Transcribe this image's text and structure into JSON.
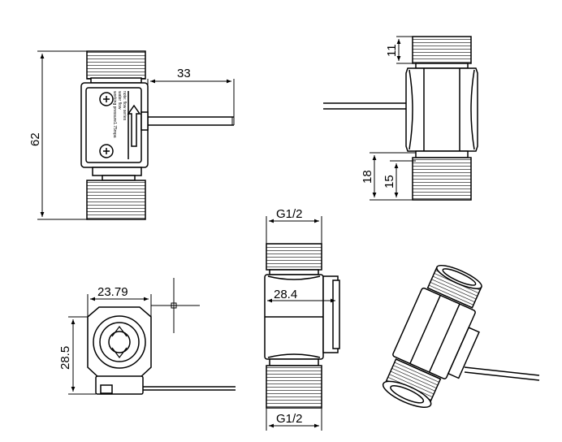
{
  "diagram": {
    "top_left_view": {
      "height_dimension": "62",
      "wire_offset_dimension": "33",
      "housing_text_lines": [
        "working pressure1.75mpa",
        "water flow",
        "note: flow series"
      ]
    },
    "top_right_view": {
      "thread_length_dimension": "11",
      "bottom_outer_dimension": "18",
      "bottom_thread_dimension": "15"
    },
    "bottom_left_view": {
      "width_dimension": "23.79",
      "height_dimension": "28.5"
    },
    "bottom_center_view": {
      "top_thread_label": "G1/2",
      "hex_width_dimension": "28.4",
      "bottom_thread_label": "G1/2"
    }
  },
  "colors": {
    "line": "#000000",
    "paper": "#ffffff"
  }
}
